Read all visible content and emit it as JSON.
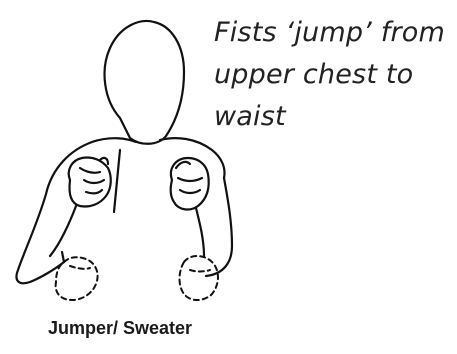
{
  "instruction": {
    "lines": [
      "Fists ‘jump’ from",
      "upper chest to",
      "waist"
    ]
  },
  "caption": "Jumper/ Sweater"
}
